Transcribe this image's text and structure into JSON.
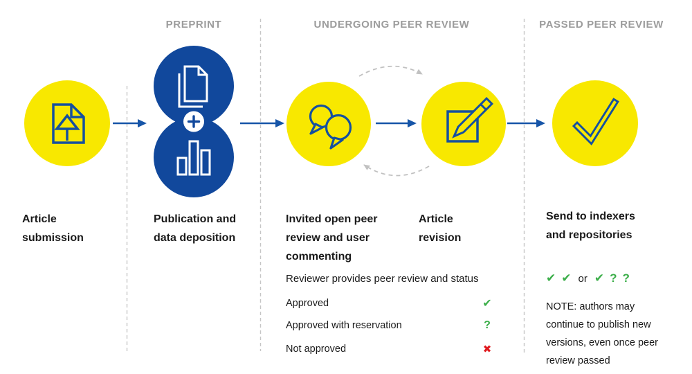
{
  "palette": {
    "yellow": "#f8e800",
    "dark_blue": "#11489c",
    "arrow_blue": "#1655a8",
    "heading_gray": "#9c9c9c",
    "dash_gray": "#c6c6c6",
    "green": "#3bae49",
    "red": "#e01a1f"
  },
  "phases": [
    {
      "label": "PREPRINT"
    },
    {
      "label": "UNDERGOING PEER REVIEW"
    },
    {
      "label": "PASSED PEER REVIEW"
    }
  ],
  "steps": [
    {
      "label": "Article submission"
    },
    {
      "label": "Publication and data deposition"
    },
    {
      "label": "Invited open peer review and user commenting"
    },
    {
      "label": "Article revision"
    },
    {
      "label": "Send to indexers and repositories"
    }
  ],
  "review": {
    "intro": "Reviewer provides peer review and status",
    "statuses": [
      {
        "label": "Approved",
        "mark": "✔"
      },
      {
        "label": "Approved with reservation",
        "mark": "?"
      },
      {
        "label": "Not approved",
        "mark": "✖"
      }
    ]
  },
  "passed": {
    "marks": {
      "check1": "✔",
      "check2": "✔",
      "or": "or",
      "check3": "✔",
      "q1": "?",
      "q2": "?"
    },
    "note": "NOTE: authors may continue to publish new versions, even once peer review passed"
  }
}
